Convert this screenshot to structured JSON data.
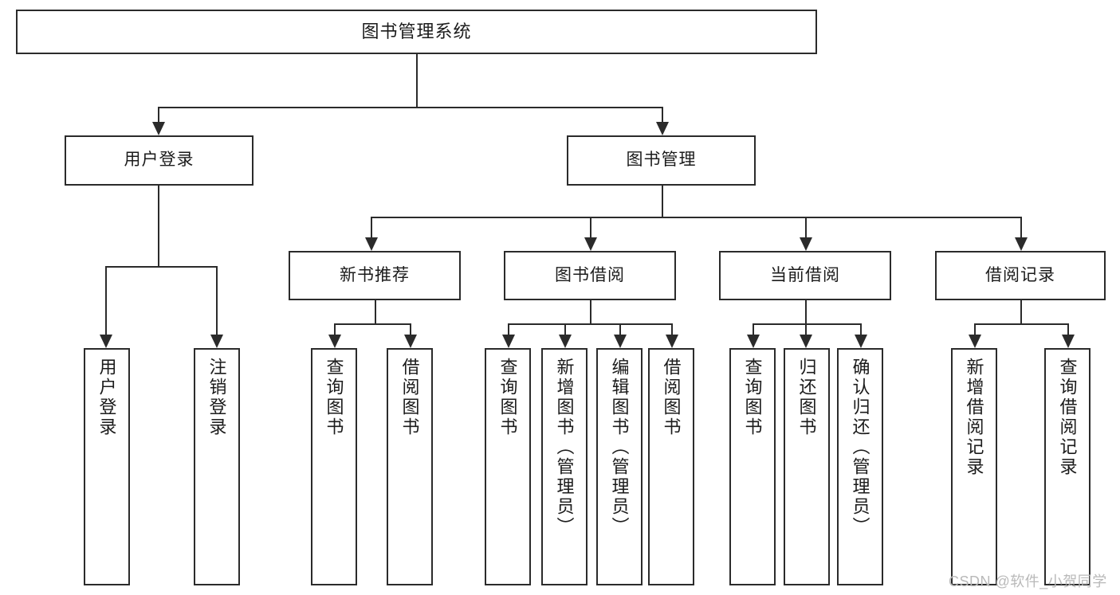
{
  "diagram": {
    "type": "tree-hierarchy",
    "root": {
      "label": "图书管理系统"
    },
    "level1": [
      {
        "label": "用户登录"
      },
      {
        "label": "图书管理"
      }
    ],
    "level2": [
      {
        "label": "新书推荐"
      },
      {
        "label": "图书借阅"
      },
      {
        "label": "当前借阅"
      },
      {
        "label": "借阅记录"
      }
    ],
    "leaves": {
      "user_login": [
        {
          "label": "用户登录"
        },
        {
          "label": "注销登录"
        }
      ],
      "new_book_recommend": [
        {
          "label": "查询图书"
        },
        {
          "label": "借阅图书"
        }
      ],
      "book_borrow": [
        {
          "label": "查询图书"
        },
        {
          "label": "新增图书（管理员）"
        },
        {
          "label": "编辑图书（管理员）"
        },
        {
          "label": "借阅图书"
        }
      ],
      "current_borrow": [
        {
          "label": "查询图书"
        },
        {
          "label": "归还图书"
        },
        {
          "label": "确认归还（管理员）"
        }
      ],
      "borrow_record": [
        {
          "label": "新增借阅记录"
        },
        {
          "label": "查询借阅记录"
        }
      ]
    }
  },
  "watermark": {
    "text": "CSDN @软件_小贺同学"
  },
  "colors": {
    "stroke": "#2b2b2b",
    "fill": "#ffffff",
    "text": "#1b1b1b",
    "watermark": "#b9b9b9"
  }
}
